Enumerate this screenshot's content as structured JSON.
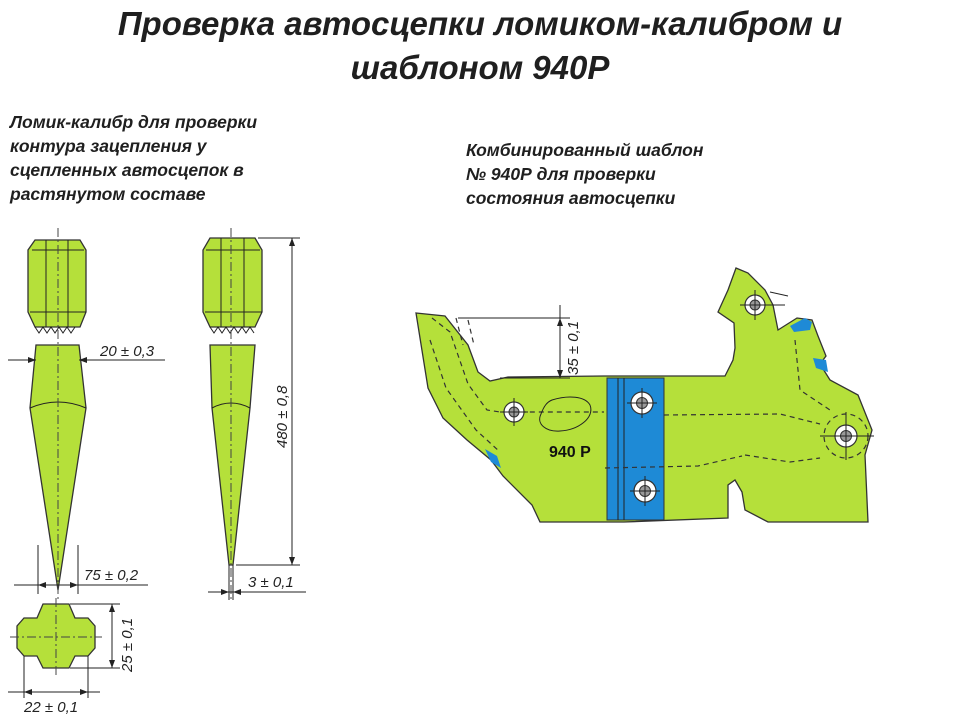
{
  "title": {
    "line1": "Проверка автосцепки ломиком-калибром и",
    "line2": "шаблоном 940Р"
  },
  "left_caption": {
    "line1": "Ломик-калибр для проверки",
    "line2": "контура зацепления у",
    "line3": "сцепленных автосцепок в",
    "line4": "растянутом составе"
  },
  "right_caption": {
    "line1": "Комбинированный шаблон",
    "line2": "№ 940Р для проверки",
    "line3": "состояния автосцепки"
  },
  "dimensions": {
    "width_top": "20 ± 0,3",
    "height_total": "480 ± 0,8",
    "width_mid": "75 ± 0,2",
    "width_tip": "3 ± 0,1",
    "section_height": "25 ± 0,1",
    "section_width": "22 ± 0,1",
    "template_height": "35 ± 0,1"
  },
  "template_marking": "940 Р",
  "colors": {
    "tool_green": "#b5e03a",
    "accent_blue": "#1e8ad6",
    "outline": "#333333"
  }
}
